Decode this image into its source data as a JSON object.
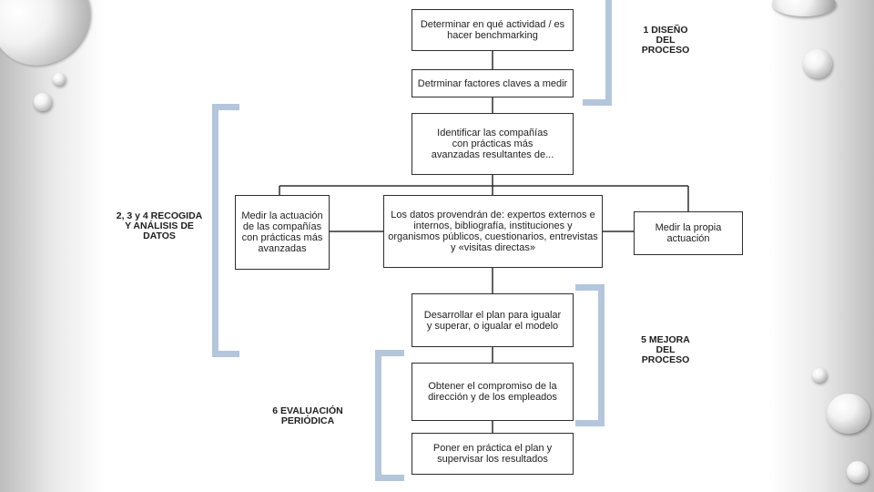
{
  "diagram": {
    "boxes": {
      "b1": "Determinar en qué actividad / es hacer benchmarking",
      "b2": "Detrminar factores claves a medir",
      "b3": "Identificar las compañías con prácticas más avanzadas resultantes de...",
      "b4": "Medir la actuación de las compañías con prácticas más avanzadas",
      "b5": "Los datos provendrán de: expertos externos e internos, bibliografía, instituciones y organismos públicos, cuestionarios, entrevistas y «visitas directas»",
      "b6": "Medir la propia actuación",
      "b7": "Desarrollar el plan para igualar y superar, o igualar el modelo",
      "b8": "Obtener el compromiso de la dirección y de los empleados",
      "b9": "Poner en práctica el plan y supervisar los resultados"
    },
    "stages": {
      "s1": "1 DISEÑO DEL PROCESO",
      "s2": "2, 3 y 4 RECOGIDA Y ANÁLISIS DE DATOS",
      "s5": "5 MEJORA DEL PROCESO",
      "s6": "6 EVALUACIÓN PERIÓDICA"
    },
    "colors": {
      "bracket": "#b4c6dc",
      "border": "#2e2e2e"
    }
  }
}
